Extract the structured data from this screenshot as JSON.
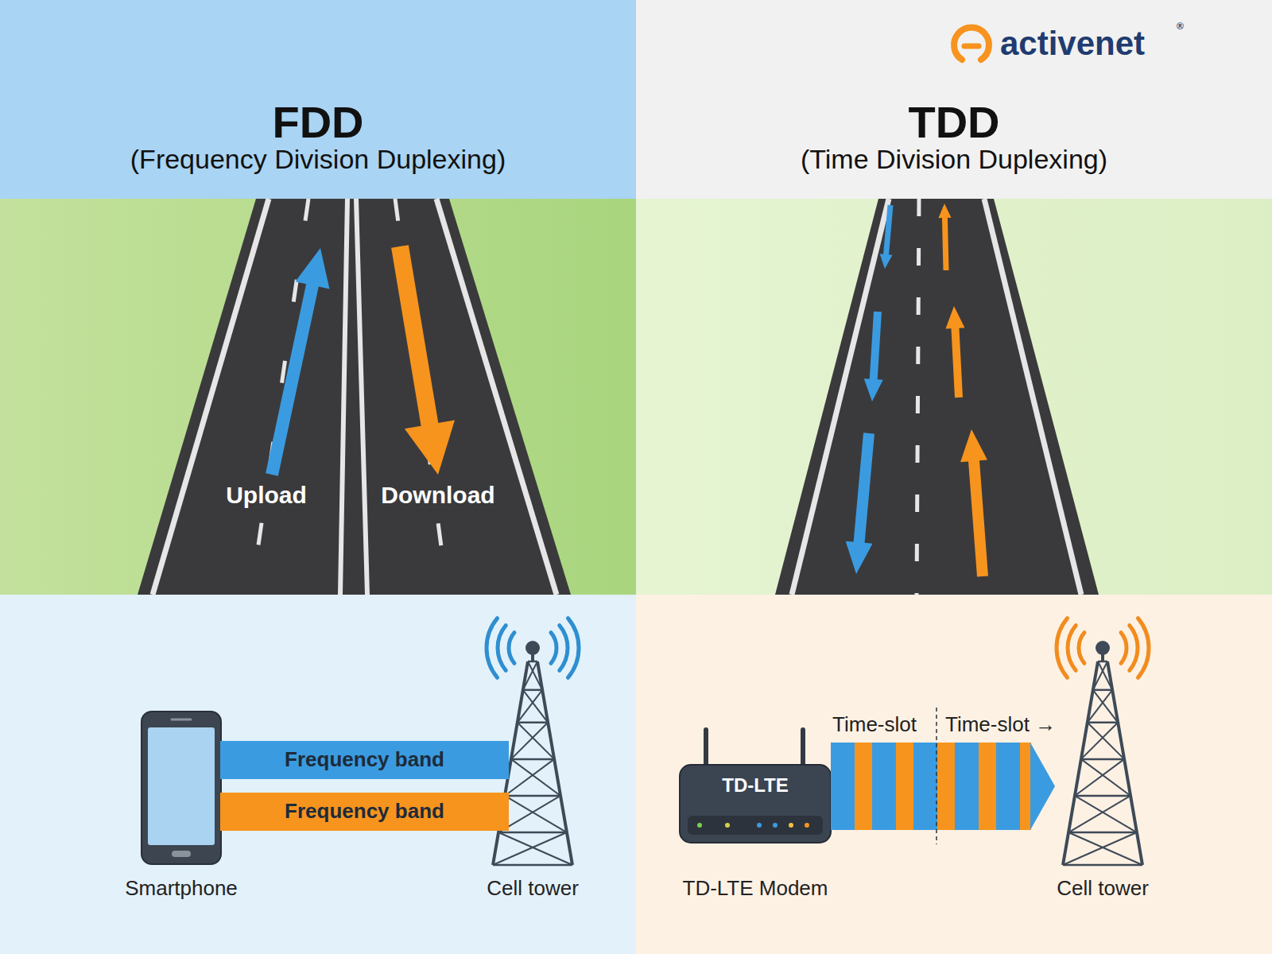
{
  "diagram": {
    "nodes": [
      {
        "text": [
          "FDD",
          "(Frequency Division Duplexing)"
        ]
      },
      {
        "text": [
          "TDD",
          "(Time Division Duplexing)"
        ]
      },
      {
        "text": [
          "Smartphone"
        ]
      },
      {
        "text": [
          "Frequency band"
        ]
      },
      {
        "text": [
          "Frequency band"
        ]
      },
      {
        "text": [
          "Cell tower"
        ]
      },
      {
        "text": [
          "TD-LTE",
          "TD-LTE Modem"
        ]
      },
      {
        "text": [
          "Cell tower"
        ]
      }
    ],
    "edges": [
      {
        "from": 6,
        "to": 7,
        "arrow": "to"
      }
    ],
    "labels": [
      "activenet",
      "®",
      "Upload",
      "Download",
      "Time-slot",
      "Time-slot →"
    ]
  }
}
